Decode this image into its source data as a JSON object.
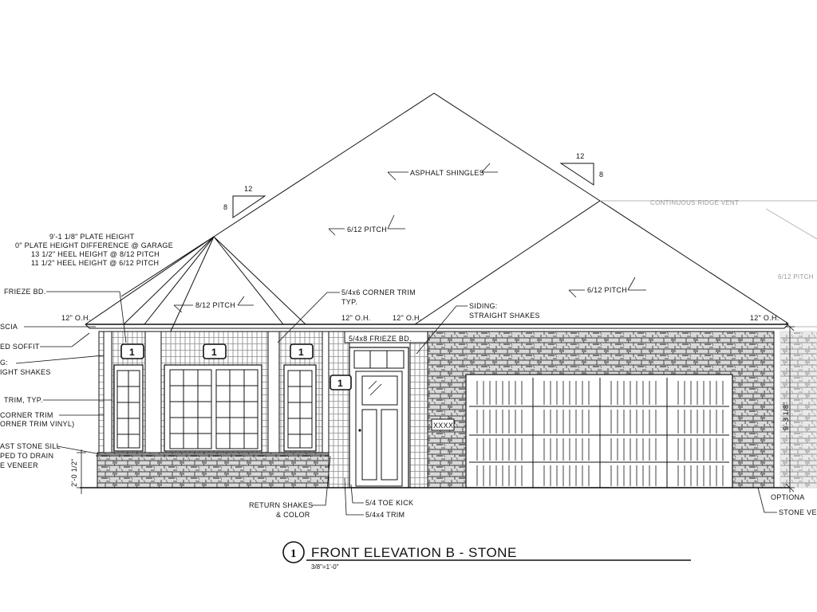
{
  "roof": {
    "asphalt_label": "ASPHALT SHINGLES",
    "pitch_main": "6/12 PITCH",
    "pitch_hip": "8/12 PITCH",
    "pitch_garage": "6/12 PITCH",
    "pitch_faint": "6/12 PITCH",
    "ridge_vent": "CONTINUOUS RIDGE VENT",
    "slope_left_run": "12",
    "slope_left_rise": "8",
    "slope_right_run": "12",
    "slope_right_rise": "8"
  },
  "notes": {
    "plate_height": "9'-1 1/8\" PLATE HEIGHT",
    "plate_diff": "0\" PLATE HEIGHT DIFFERENCE @ GARAGE",
    "heel_8": "13 1/2\" HEEL HEIGHT @ 8/12 PITCH",
    "heel_6": "11 1/2\" HEEL HEIGHT @ 6/12 PITCH",
    "frieze": "FRIEZE BD.",
    "fascia": "SCIA",
    "soffit": "ED SOFFIT",
    "siding_left_1": "G:",
    "siding_left_2": "IGHT SHAKES",
    "trim_typ": "TRIM, TYP.",
    "corner_trim_1": "CORNER TRIM",
    "corner_trim_2": "ORNER TRIM VINYL)",
    "stone_sill_1": "AST STONE SILL",
    "stone_sill_2": "PED TO DRAIN",
    "stone_sill_3": "E VENEER",
    "oh_left": "12\" O.H.",
    "oh_mid1": "12\" O.H.",
    "oh_mid2": "12\" O.H.",
    "oh_right": "12\" O.H.",
    "corner_trim_top_1": "5/4x6 CORNER TRIM",
    "corner_trim_top_2": "TYP.",
    "frieze_porch": "5/4x8 FRIEZE BD.",
    "siding_right_1": "SIDING:",
    "siding_right_2": "STRAIGHT SHAKES",
    "return_shakes_1": "RETURN SHAKES",
    "return_shakes_2": "& COLOR",
    "toe_kick": "5/4 TOE KICK",
    "trim_5_4x4": "5/4x4 TRIM",
    "optional": "OPTIONA",
    "stone_veneer": "STONE VEN",
    "dim_wainscot": "2'-0 1/2\"",
    "dim_plate": "9'-3 1/8\"",
    "address_plate": "XXXX"
  },
  "tags": [
    "1",
    "1",
    "1",
    "1"
  ],
  "title": {
    "number": "1",
    "text": "FRONT ELEVATION B - STONE",
    "scale": "3/8\"=1'-0\""
  }
}
